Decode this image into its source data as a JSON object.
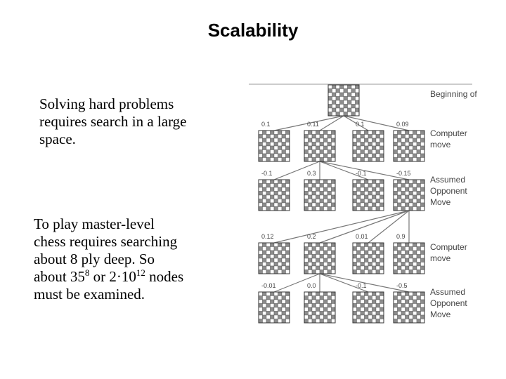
{
  "title": "Scalability",
  "paragraph1": "Solving hard problems requires search in a large space.",
  "paragraph2": {
    "line1": "To play master-level",
    "line2": "chess requires searching",
    "line3": "about 8 ply deep.  So",
    "line4_a": "about 35",
    "line4_sup1": "8",
    "line4_b": " or 2·10",
    "line4_sup2": "12",
    "line4_c": " nodes",
    "line5": "must be examined."
  },
  "diagram": {
    "row_labels": [
      [
        "Beginning of game"
      ],
      [
        "Computer",
        "move"
      ],
      [
        "Assumed",
        "Opponent",
        "Move"
      ],
      [
        "Computer",
        "move"
      ],
      [
        "Assumed",
        "Opponent",
        "Move"
      ]
    ],
    "row1_values": [
      "0.1",
      "0.11",
      "0.1",
      "0.09"
    ],
    "row2_values": [
      "-0.1",
      "0.3",
      "-0.1",
      "-0.15"
    ],
    "row3_values": [
      "0.12",
      "0.2",
      "0.01",
      "0.9"
    ],
    "row4_values": [
      "-0.01",
      "0.0",
      "-0.1",
      "-0.5"
    ]
  }
}
